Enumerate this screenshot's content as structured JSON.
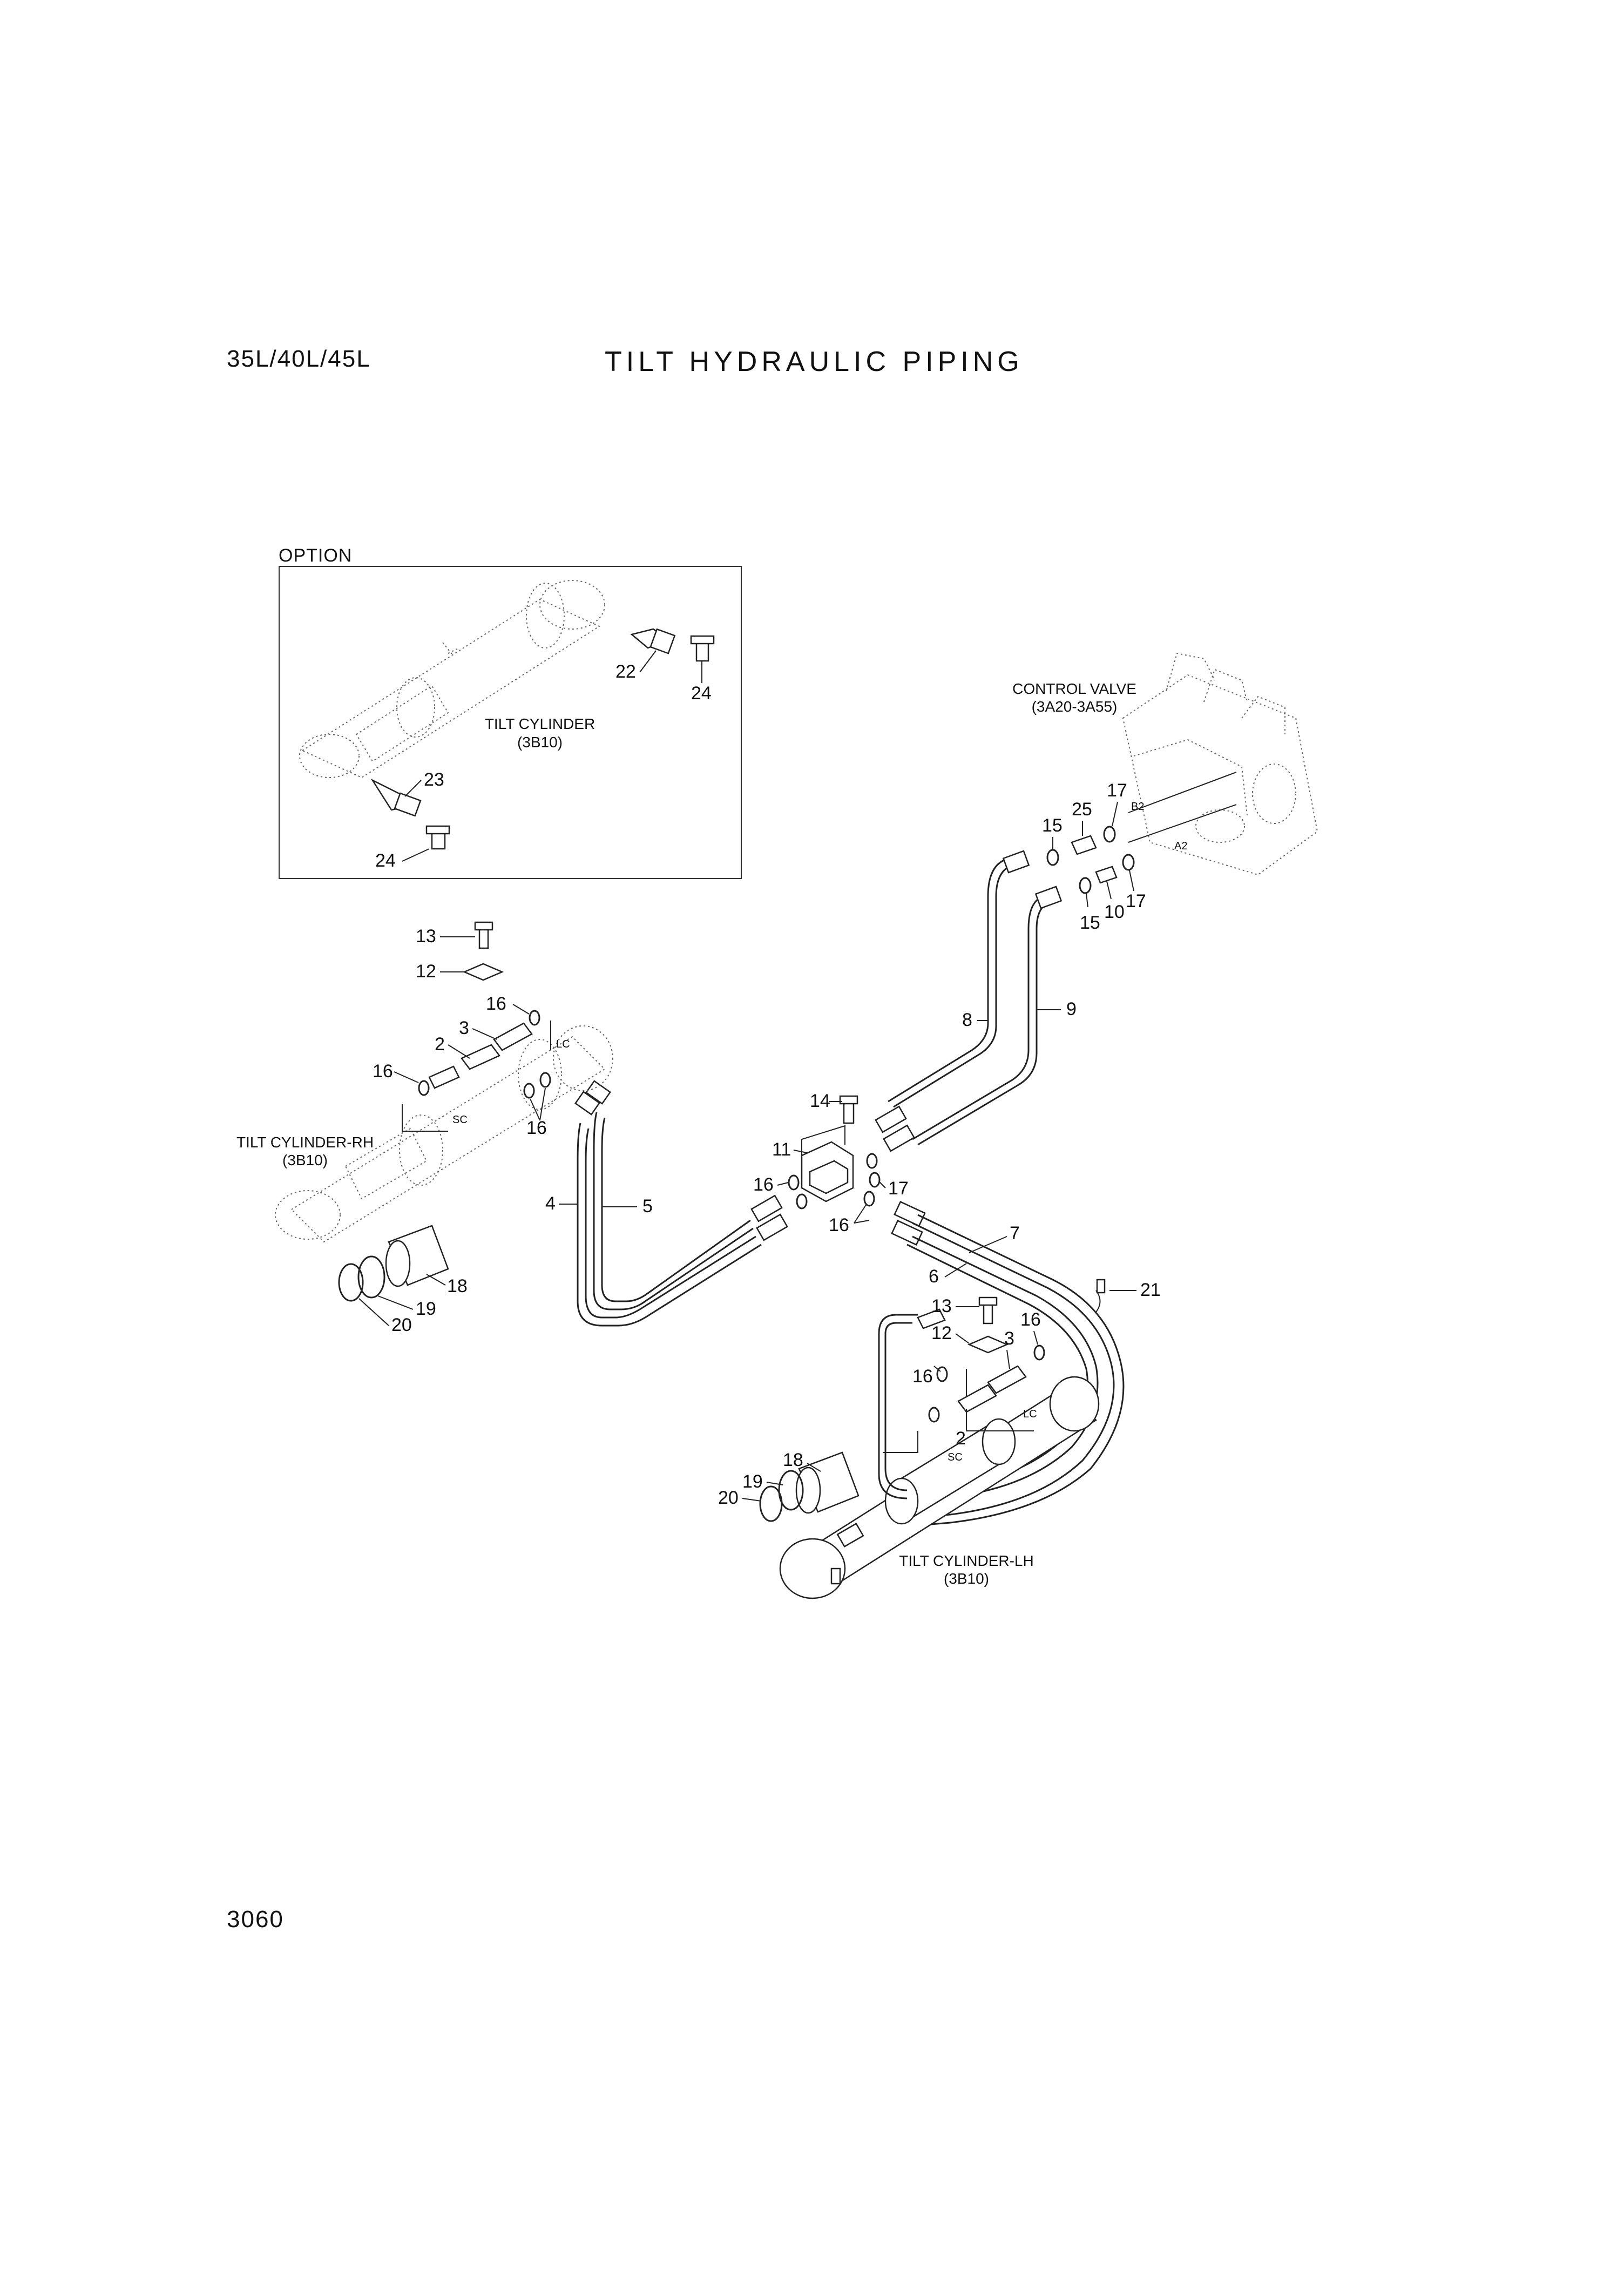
{
  "header": {
    "model": "35L/40L/45L",
    "title": "TILT HYDRAULIC PIPING"
  },
  "footer": {
    "page_number": "3060"
  },
  "option_panel": {
    "label": "OPTION",
    "cylinder_name": "TILT CYLINDER",
    "cylinder_ref": "(3B10)"
  },
  "components": {
    "control_valve": {
      "name": "CONTROL VALVE",
      "ref": "(3A20-3A55)",
      "port_b": "B2",
      "port_a": "A2"
    },
    "cylinder_rh": {
      "name": "TILT CYLINDER-RH",
      "ref": "(3B10)"
    },
    "cylinder_lh": {
      "name": "TILT CYLINDER-LH",
      "ref": "(3B10)"
    },
    "port_lc": "LC",
    "port_sc": "SC"
  },
  "callouts": {
    "c2": "2",
    "c3": "3",
    "c4": "4",
    "c5": "5",
    "c6": "6",
    "c7": "7",
    "c8": "8",
    "c9": "9",
    "c10": "10",
    "c11": "11",
    "c12": "12",
    "c13": "13",
    "c14": "14",
    "c15": "15",
    "c16": "16",
    "c17": "17",
    "c18": "18",
    "c19": "19",
    "c20": "20",
    "c21": "21",
    "c22": "22",
    "c23": "23",
    "c24": "24",
    "c25": "25"
  }
}
